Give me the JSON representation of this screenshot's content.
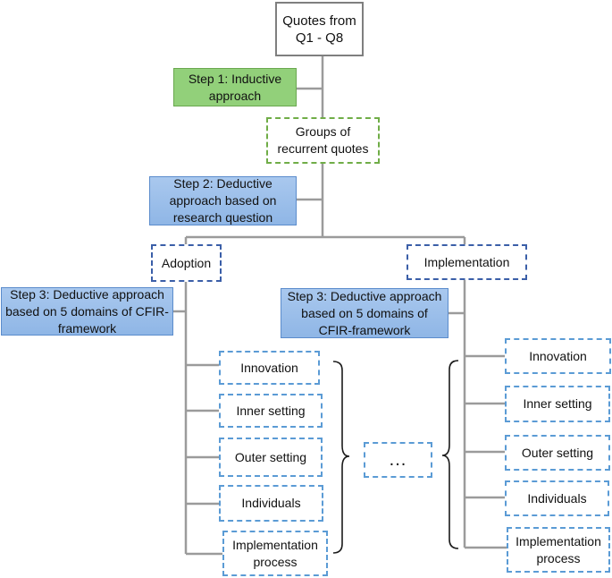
{
  "root": {
    "label": "Quotes from\nQ1 - Q8"
  },
  "step1": {
    "label": "Step 1: Inductive\napproach"
  },
  "groups": {
    "label": "Groups of\nrecurrent quotes"
  },
  "step2": {
    "label": "Step 2: Deductive\napproach based on\nresearch question"
  },
  "adoption": {
    "label": "Adoption"
  },
  "implementation": {
    "label": "Implementation"
  },
  "step3_left": {
    "label": "Step 3: Deductive approach\nbased on 5 domains of CFIR-\nframework"
  },
  "step3_right": {
    "label": "Step 3: Deductive approach\nbased  on 5 domains of\nCFIR-framework"
  },
  "ellipsis": {
    "label": "..."
  },
  "domains_left": [
    "Innovation",
    "Inner setting",
    "Outer setting",
    "Individuals",
    "Implementation\nprocess"
  ],
  "domains_right": [
    "Innovation",
    "Inner setting",
    "Outer setting",
    "Individuals",
    "Implementation\nprocess"
  ],
  "colors": {
    "line": "#9b9b9b",
    "step1_fill": "#92d07a",
    "step_fill": "#9dbfea",
    "dash_green": "#70ad47",
    "dash_navy": "#3b5fa8",
    "dash_light": "#5b9bd5"
  }
}
